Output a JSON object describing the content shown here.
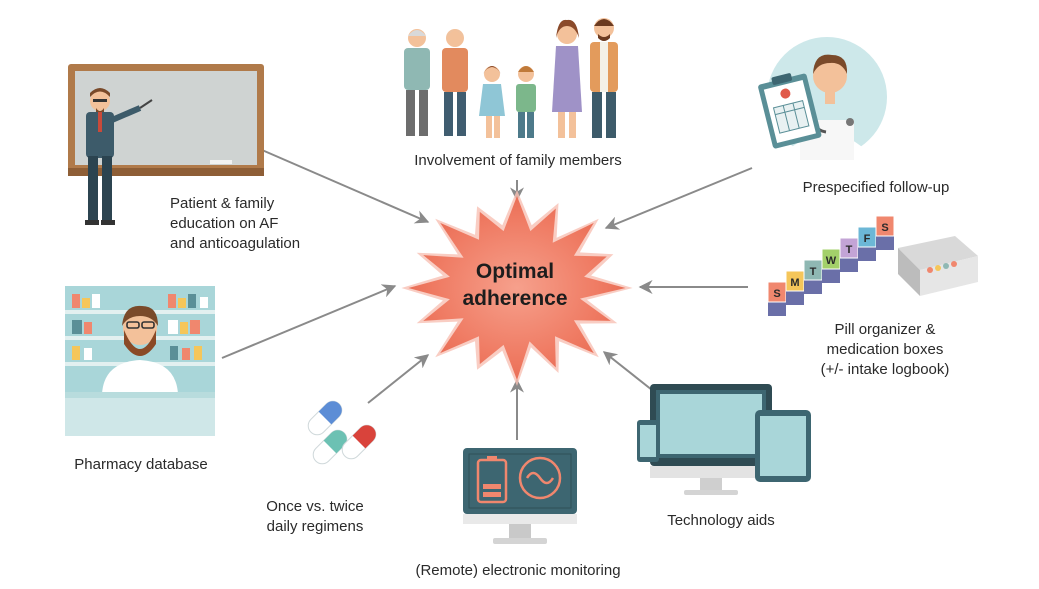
{
  "center": {
    "line1": "Optimal",
    "line2": "adherence"
  },
  "nodes": {
    "education": {
      "lines": [
        "Patient & family",
        "education on AF",
        "and anticoagulation"
      ],
      "icon": "teacher-blackboard-icon"
    },
    "family": {
      "lines": [
        "Involvement of family members"
      ],
      "icon": "family-icon"
    },
    "followup": {
      "lines": [
        "Prespecified follow-up"
      ],
      "icon": "doctor-clipboard-icon"
    },
    "pharmacy": {
      "lines": [
        "Pharmacy database"
      ],
      "icon": "pharmacist-icon"
    },
    "pill_organizer": {
      "lines": [
        "Pill organizer &",
        "medication boxes",
        "(+/- intake logbook)"
      ],
      "icon": "pill-organizer-icon",
      "box_letters": [
        "S",
        "M",
        "T",
        "W",
        "T",
        "F",
        "S"
      ]
    },
    "regimens": {
      "lines": [
        "Once vs. twice",
        "daily regimens"
      ],
      "icon": "capsules-icon"
    },
    "monitoring": {
      "lines": [
        "(Remote) electronic monitoring"
      ],
      "icon": "monitor-battery-icon"
    },
    "technology": {
      "lines": [
        "Technology aids"
      ],
      "icon": "devices-icon"
    }
  },
  "colors": {
    "burst_fill": "#f0806a",
    "burst_glow": "#f7b3a3",
    "arrow": "#8a8a8a",
    "teal_dark": "#3d6671",
    "teal_light": "#a9d6d9",
    "skin": "#f3c19a"
  }
}
